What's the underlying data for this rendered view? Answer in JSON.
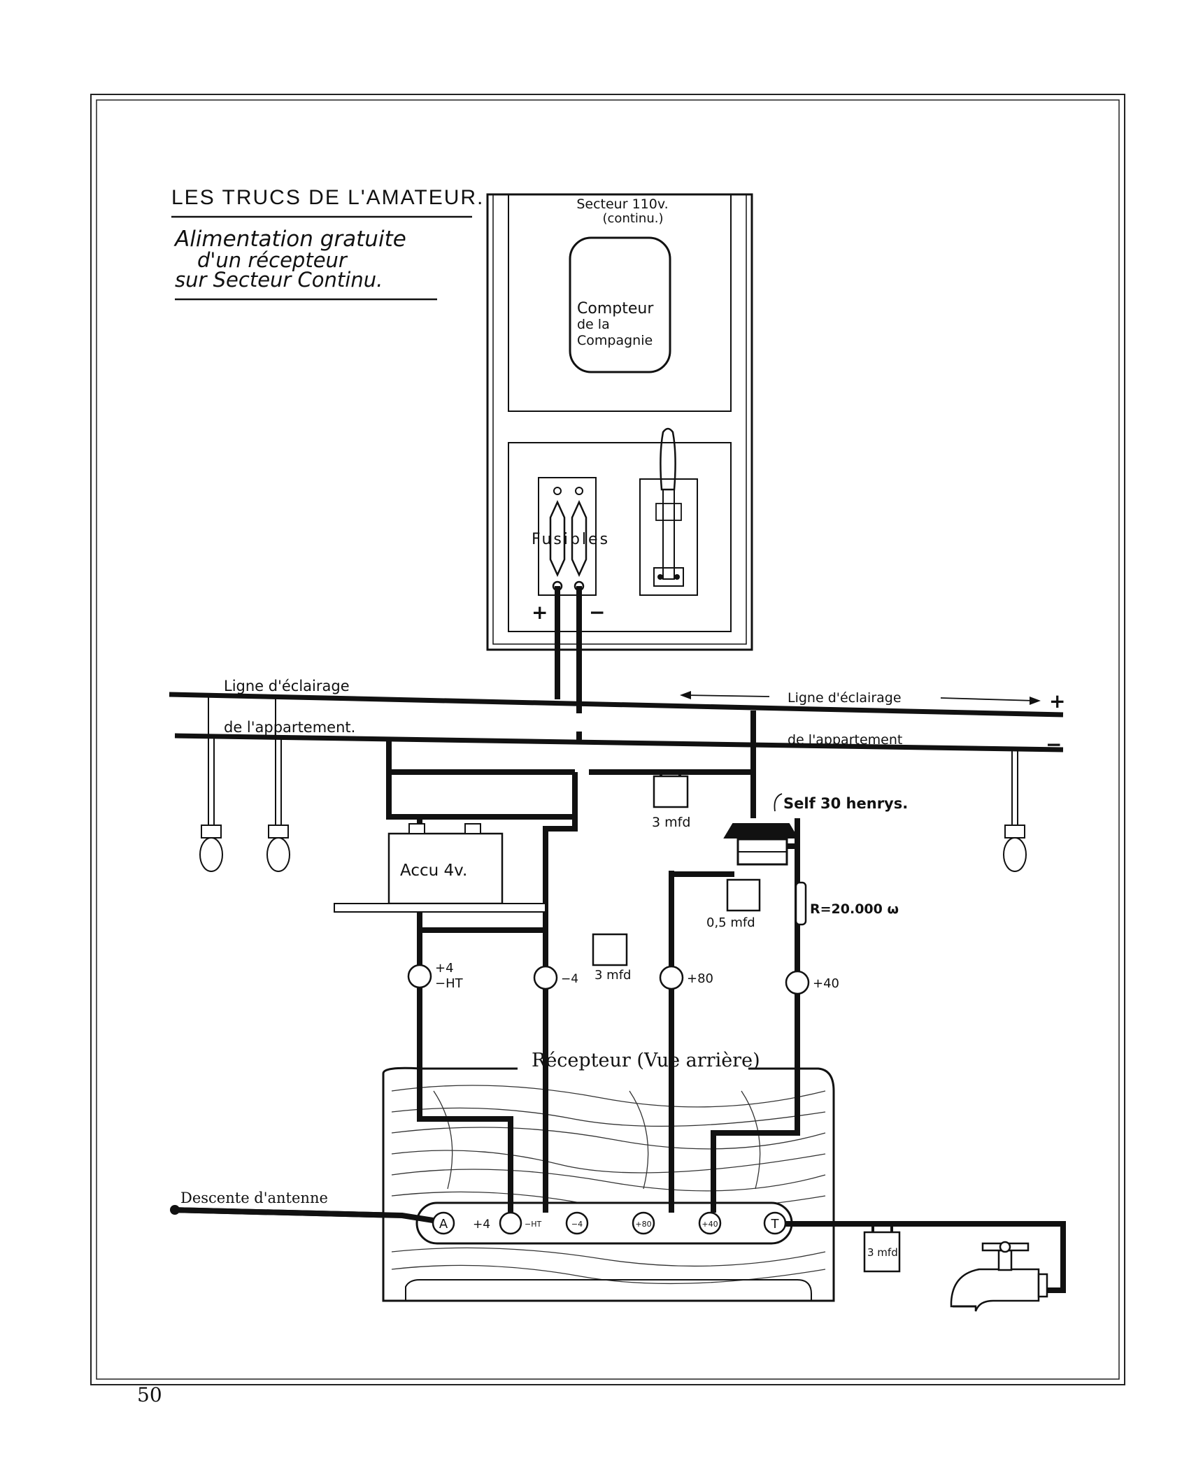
{
  "title": "LES TRUCS DE L'AMATEUR.",
  "subtitle": {
    "line1": "Alimentation gratuite",
    "line2": "d'un récepteur",
    "line3": "sur Secteur Continu."
  },
  "meter": {
    "supply_line1": "Secteur 110v.",
    "supply_line2": "(continu.)",
    "label_line1": "Compteur",
    "label_line2": "de la",
    "label_line3": "Compagnie"
  },
  "fuses": {
    "label": "Fusibles",
    "plus": "+",
    "minus": "−"
  },
  "lighting": {
    "left_line1": "Ligne d'éclairage",
    "left_line2": "de l'appartement.",
    "right_line1": "Ligne d'éclairage",
    "right_line2": "de l'appartement",
    "plus": "+",
    "minus": "−"
  },
  "components": {
    "cap_top": "3 mfd",
    "self": "Self 30 henrys.",
    "cap_05": "0,5 mfd",
    "resistor": "R=20.000 ω",
    "accu": "Accu 4v.",
    "cap_mid": "3 mfd",
    "cap_earth": "3 mfd"
  },
  "terminals": {
    "t1_line1": "+4",
    "t1_line2": "−HT",
    "t2": "−4",
    "t3": "+80",
    "t4": "+40"
  },
  "receiver": {
    "title": "Récepteur (Vue arrière)",
    "antenna": "Descente d'antenne",
    "term_a": "A",
    "term_plus4": "+4",
    "term_ht": "−HT",
    "term_minus4": "−4",
    "term_80": "+80",
    "term_40": "+40",
    "term_t": "T"
  },
  "page_number": "50"
}
